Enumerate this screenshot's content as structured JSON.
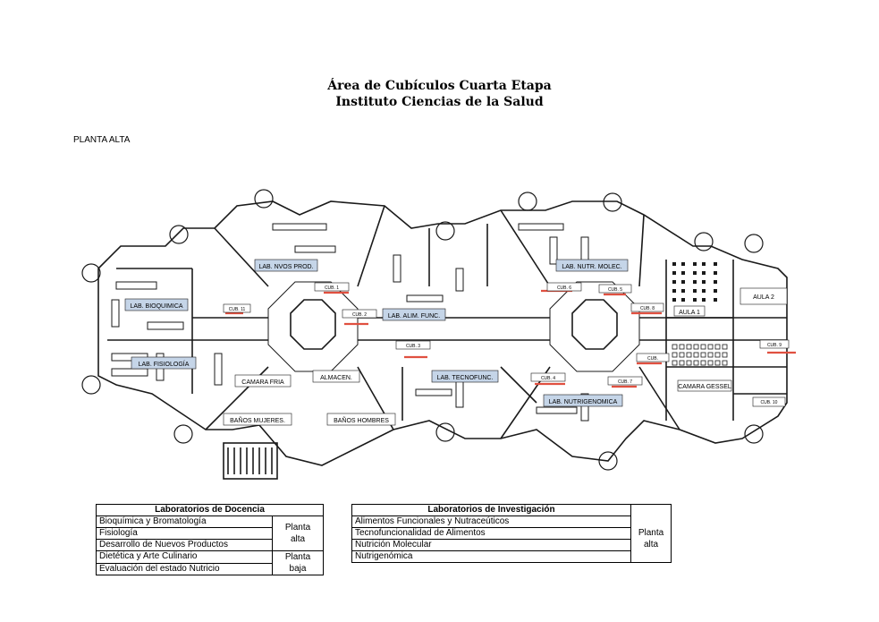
{
  "title_line1": "Área de Cubículos Cuarta Etapa",
  "title_line2": "Instituto Ciencias de la Salud",
  "floor_label": "PLANTA ALTA",
  "plan_labels": {
    "lab_nvos_prod": "LAB. NVOS PROD.",
    "lab_bioquimica": "LAB. BIOQUIMICA",
    "lab_fisiologia": "LAB. FISIOLOGÍA",
    "lab_alim_func": "LAB. ALIM. FUNC.",
    "lab_tecnofunc": "LAB. TECNOFUNC.",
    "lab_nutr_molec": "LAB. NUTR. MOLEC.",
    "lab_nutrigenomica": "LAB. NUTRIGENOMICA",
    "camara_fria": "CAMARA FRIA",
    "almacen": "ALMACEN.",
    "banos_mujeres": "BAÑOS MUJERES.",
    "banos_hombres": "BAÑOS HOMBRES",
    "aula1": "AULA 1",
    "aula2": "AULA 2",
    "camara_gessel": "CAMARA GESSEL",
    "cub1": "CUB. 1",
    "cub2": "CUB. 2",
    "cub3": "CUB. 3",
    "cub4": "CUB. 4",
    "cub5": "CUB. 5",
    "cub6": "CUB. 6",
    "cub7": "CUB. 7",
    "cub8": "CUB. 8",
    "cub9": "CUB. 9",
    "cub10": "CUB. 10",
    "cub11": "CUB. 11",
    "cub_blank": "CUB."
  },
  "colors": {
    "lab_box_fill": "#c5d5e8",
    "cubicle_marker": "#e05040",
    "plan_line": "#1a1a1a"
  },
  "docencia_table": {
    "header": "Laboratorios de Docencia",
    "rows": [
      "Bioquímica y Bromatología",
      "Fisiología",
      "Desarrollo de Nuevos Productos",
      "Dietética y Arte Culinario",
      "Evaluación del estado Nutricio"
    ],
    "loc_alta": "Planta alta",
    "loc_alta_line1": "Planta",
    "loc_alta_line2": "alta",
    "loc_baja_line1": "Planta",
    "loc_baja_line2": "baja"
  },
  "investigacion_table": {
    "header": "Laboratorios de Investigación",
    "rows": [
      "Alimentos Funcionales y Nutraceúticos",
      "Tecnofuncionalidad de Alimentos",
      "Nutrición Molecular",
      "Nutrigenómica"
    ],
    "loc_line1": "Planta",
    "loc_line2": "alta"
  }
}
